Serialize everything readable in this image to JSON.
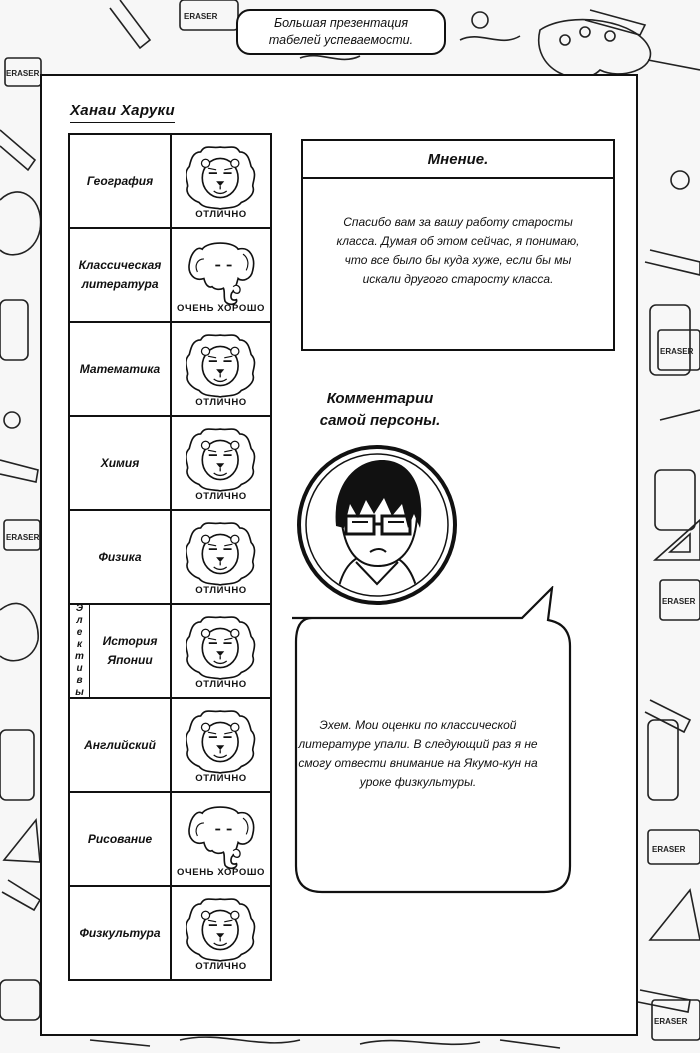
{
  "header": {
    "title_line1": "Большая презентация",
    "title_line2": "табелей успеваемости."
  },
  "student": {
    "name": "Ханаи Харуки"
  },
  "grades": [
    {
      "subject": "География",
      "grade": "ОТЛИЧНО",
      "animal": "lion-icon"
    },
    {
      "subject": "Классическая литература",
      "grade": "ОЧЕНЬ ХОРОШО",
      "animal": "elephant-icon"
    },
    {
      "subject": "Математика",
      "grade": "ОТЛИЧНО",
      "animal": "lion-icon"
    },
    {
      "subject": "Химия",
      "grade": "ОТЛИЧНО",
      "animal": "lion-icon"
    },
    {
      "subject": "Физика",
      "grade": "ОТЛИЧНО",
      "animal": "lion-icon"
    },
    {
      "subject": "История Японии",
      "elective_label": "Элективы",
      "grade": "ОТЛИЧНО",
      "animal": "lion-icon"
    },
    {
      "subject": "Английский",
      "grade": "ОТЛИЧНО",
      "animal": "lion-icon"
    },
    {
      "subject": "Рисование",
      "grade": "ОЧЕНЬ ХОРОШО",
      "animal": "elephant-icon"
    },
    {
      "subject": "Физкультура",
      "grade": "ОТЛИЧНО",
      "animal": "lion-icon"
    }
  ],
  "opinion": {
    "heading": "Мнение.",
    "text": "Спасибо вам за вашу работу старосты класса. Думая об этом сейчас, я понимаю, что все было бы куда хуже, если бы мы искали другого старосту класса."
  },
  "comments": {
    "heading_line1": "Комментарии",
    "heading_line2": "самой персоны.",
    "text": "Эхем. Мои оценки по классической литературе упали. В следующий раз я не смогу отвести внимание на Якумо-кун на уроке физкультуры."
  },
  "background_labels": [
    "ERASER",
    "ERASER",
    "ERASER",
    "ERASER",
    "ERASER",
    "ERASER",
    "ERASER"
  ]
}
